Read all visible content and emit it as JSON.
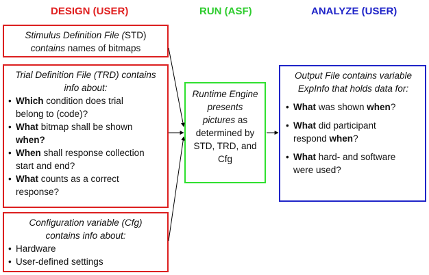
{
  "headers": {
    "design": "DESIGN (USER)",
    "run": "RUN (ASF)",
    "analyze": "ANALYZE (USER)"
  },
  "std": {
    "line1_pre": "Stimulus Definition File (",
    "line1_abbr": "STD",
    "line1_post": ")",
    "line2_pre": "contains",
    "line2_post": " names of bitmaps"
  },
  "trd": {
    "title_line1": "Trial Definition File (TRD) contains",
    "title_line2": "info about:",
    "items": [
      {
        "bold1": "Which",
        "rest1": " condition does trial",
        "line2": "belong to (code)?"
      },
      {
        "bold1": "What",
        "rest1": " bitmap shall be shown",
        "bold2": "when?"
      },
      {
        "bold1": "When",
        "rest1": " shall response collection",
        "line2": "start and end?"
      },
      {
        "bold1": "What",
        "rest1": " counts as a correct",
        "line2": "response?"
      }
    ]
  },
  "cfg": {
    "title_line1": "Configuration variable (Cfg)",
    "title_line2": "contains info about:",
    "items": [
      "Hardware",
      "User-defined settings"
    ]
  },
  "run": {
    "line1": "Runtime Engine",
    "line2": "presents",
    "line3": "pictures",
    "line3_post": " as",
    "line4": "determined by",
    "line5": "STD, TRD, and",
    "line6": "Cfg"
  },
  "output": {
    "title_line1": "Output File contains variable",
    "title_line2": "ExpInfo that holds data for:",
    "items": [
      {
        "b1": "What",
        "t1": " was shown ",
        "b2": "when",
        "t2": "?"
      },
      {
        "b1": "What",
        "t1": " did participant",
        "line2_pre": "respond ",
        "line2_b": "when",
        "line2_post": "?"
      },
      {
        "b1": "What",
        "t1": " hard- and software",
        "line2": "were used?"
      }
    ]
  },
  "colors": {
    "design": "#e02020",
    "run": "#2ecc2e",
    "analyze": "#1f24c8"
  }
}
